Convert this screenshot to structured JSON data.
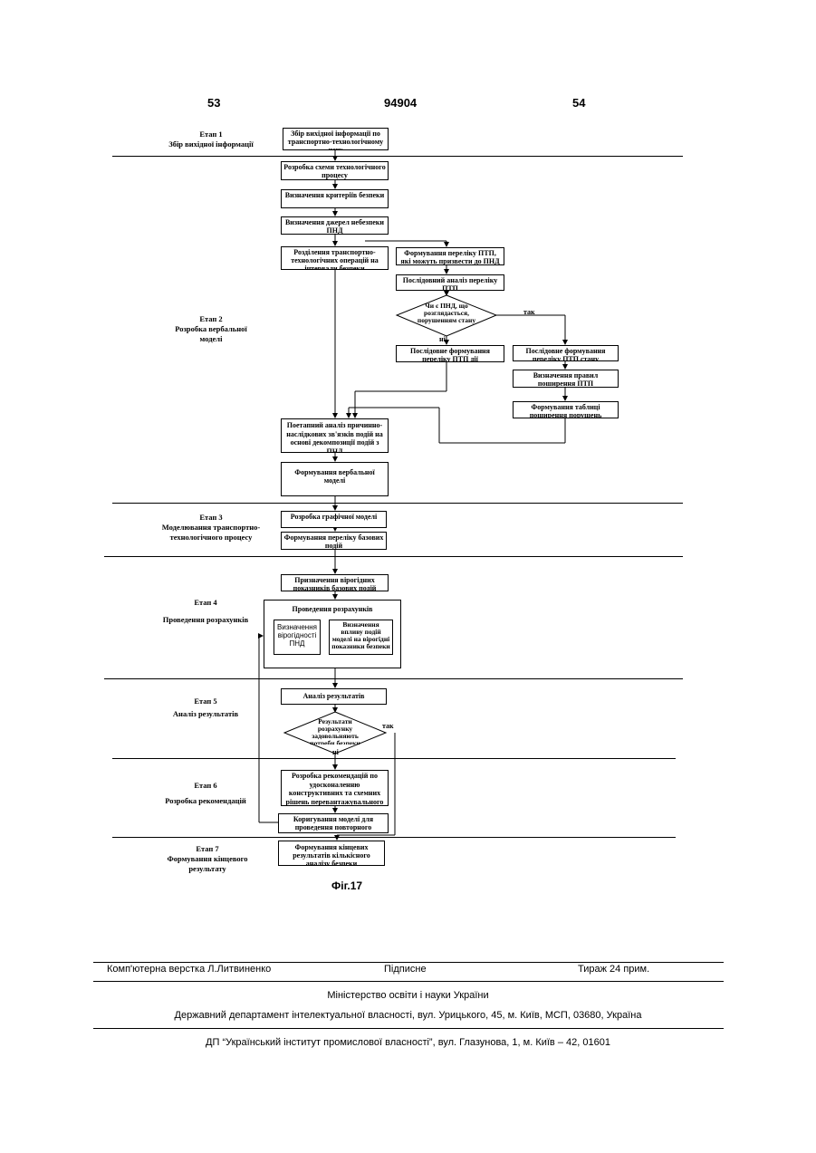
{
  "header": {
    "left_page": "53",
    "center_number": "94904",
    "right_page": "54"
  },
  "stages": [
    {
      "title": "Етап 1",
      "subtitle": "Збір вихідної інформації"
    },
    {
      "title": "Етап 2",
      "subtitle": "Розробка вербальної моделі"
    },
    {
      "title": "Етап 3",
      "subtitle": "Моделювання транспортно-технологічного процесу"
    },
    {
      "title": "Етап 4",
      "subtitle": "Проведення розрахунків"
    },
    {
      "title": "Етап 5",
      "subtitle": "Аналіз результатів"
    },
    {
      "title": "Етап 6",
      "subtitle": "Розробка рекомендацій"
    },
    {
      "title": "Етап 7",
      "subtitle": "Формування кінцевого результату"
    }
  ],
  "boxes": {
    "b1": "Збір вихідної інформації по транспортно-технологічному цеху",
    "b2": "Розробка схеми технологічного процесу",
    "b3": "Визначення критеріїв безпеки",
    "b4": "Визначення джерел небезпеки ПНД",
    "b5": "Розділення транспортно-технологічних операцій на інтервали безпеки",
    "b6": "Формування переліку ПТП, які можуть призвести до ПНД",
    "b7": "Послідовний аналіз переліку ПТП",
    "d1": "Чи є ПНД, що розглядається, порушенням стану",
    "b8": "Послідовне формування переліку ПТП дії",
    "b9": "Послідовне формування переліку ПТП стану",
    "b10": "Визначення правил поширення ПТП",
    "b11": "Формування таблиці поширення порушень",
    "b12": "Поетапний аналіз причинно-наслідкових зв'язків подій на основі декомпозиції подій з ПНД",
    "b13": "Формування вербальної моделі",
    "b14": "Розробка графічної моделі",
    "b15": "Формування переліку базових подій",
    "b16": "Призначення вірогідних показників базових подій",
    "b17_title": "Проведення розрахунків",
    "b17a": "Визначення вірогідності ПНД",
    "b17b": "Визначення впливу подій моделі на вірогідні показники безпеки",
    "b18": "Аналіз результатів",
    "d2": "Результати розрахунку задовольняють потреби безпеки",
    "b19": "Розробка рекомендацій по удосконаленню конструктивних та схемних рішень перевантажувального устаткування",
    "b20": "Коригування моделі для проведення повторного розрахунку",
    "b21": "Формування кінцевих результатів кількісного аналізу безпеки"
  },
  "labels": {
    "yes1": "так",
    "no1": "ні",
    "yes2": "так",
    "no2": "ні"
  },
  "figure_caption": "Фіг.17",
  "footer": {
    "layout": "Комп'ютерна верстка Л.Литвиненко",
    "signed": "Підписне",
    "print_run": "Тираж 24 прим.",
    "ministry": "Міністерство освіти і науки України",
    "department": "Державний департамент інтелектуальної власності, вул. Урицького, 45, м. Київ, МСП, 03680, Україна",
    "institute": "ДП “Український інститут промислової власності”, вул. Глазунова, 1, м. Київ – 42, 01601"
  }
}
